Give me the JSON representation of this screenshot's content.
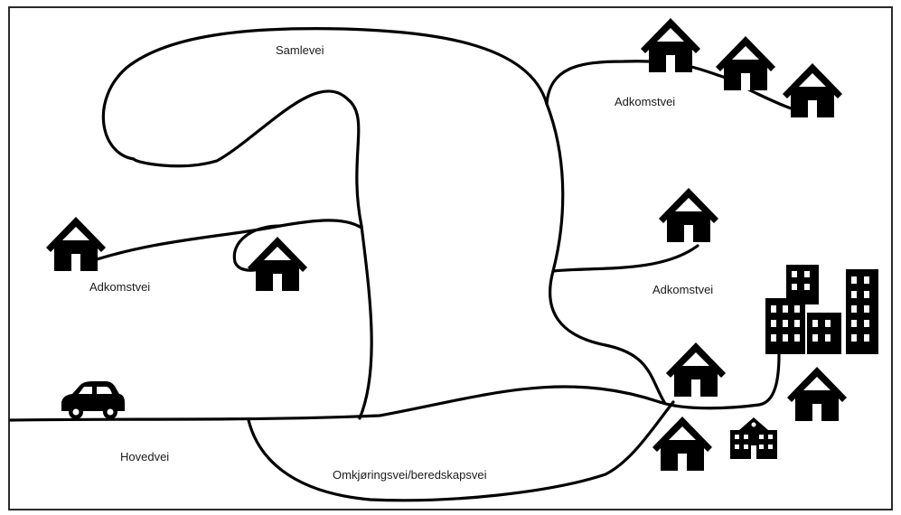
{
  "labels": {
    "samlevei": "Samlevei",
    "adkomstvei_top_right": "Adkomstvei",
    "adkomstvei_left": "Adkomstvei",
    "adkomstvei_mid_right": "Adkomstvei",
    "hovedvei": "Hovedvei",
    "omkjoringsvei": "Omkjøringsvei/beredskapsvei"
  },
  "icons": {
    "house": "house-icon",
    "car": "car-icon",
    "apartment_buildings": "apartment-buildings-icon",
    "school": "school-icon"
  },
  "colors": {
    "road": "#000000",
    "background": "#ffffff"
  }
}
